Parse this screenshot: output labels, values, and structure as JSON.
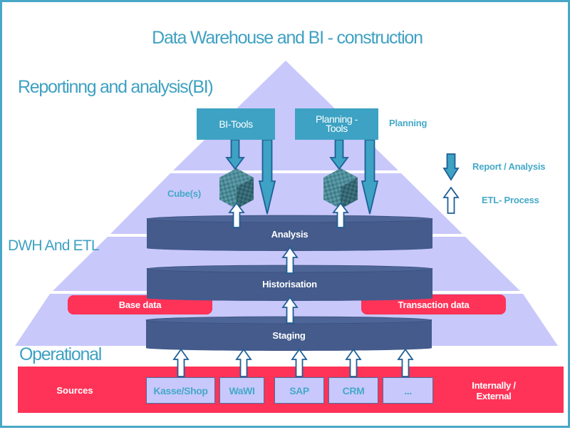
{
  "title": "Data Warehouse and BI - construction",
  "sections": {
    "bi": "Reportinng and analysis(BI)",
    "dwh": "DWH And ETL",
    "operational": "Operational"
  },
  "tools": {
    "bi_tools": "BI-Tools",
    "planning_tools_line1": "Planning -",
    "planning_tools_line2": "Tools",
    "planning_label": "Planning"
  },
  "cubes_label": "Cube(s)",
  "legend": {
    "report_analysis": "Report / Analysis",
    "etl_process": "ETL- Process"
  },
  "layers": {
    "analysis": "Analysis",
    "historisation": "Historisation",
    "staging": "Staging"
  },
  "data_types": {
    "base": "Base data",
    "transaction": "Transaction data"
  },
  "sources": {
    "label": "Sources",
    "items": [
      "Kasse/Shop",
      "WaWI",
      "SAP",
      "CRM",
      "..."
    ],
    "external_line1": "Internally /",
    "external_line2": "External"
  },
  "colors": {
    "frame": "#48a7c7",
    "pyramid": "#c9c8fb",
    "accent_blue": "#3da2c3",
    "cylinder": "#445b8c",
    "red": "#ff3358"
  }
}
